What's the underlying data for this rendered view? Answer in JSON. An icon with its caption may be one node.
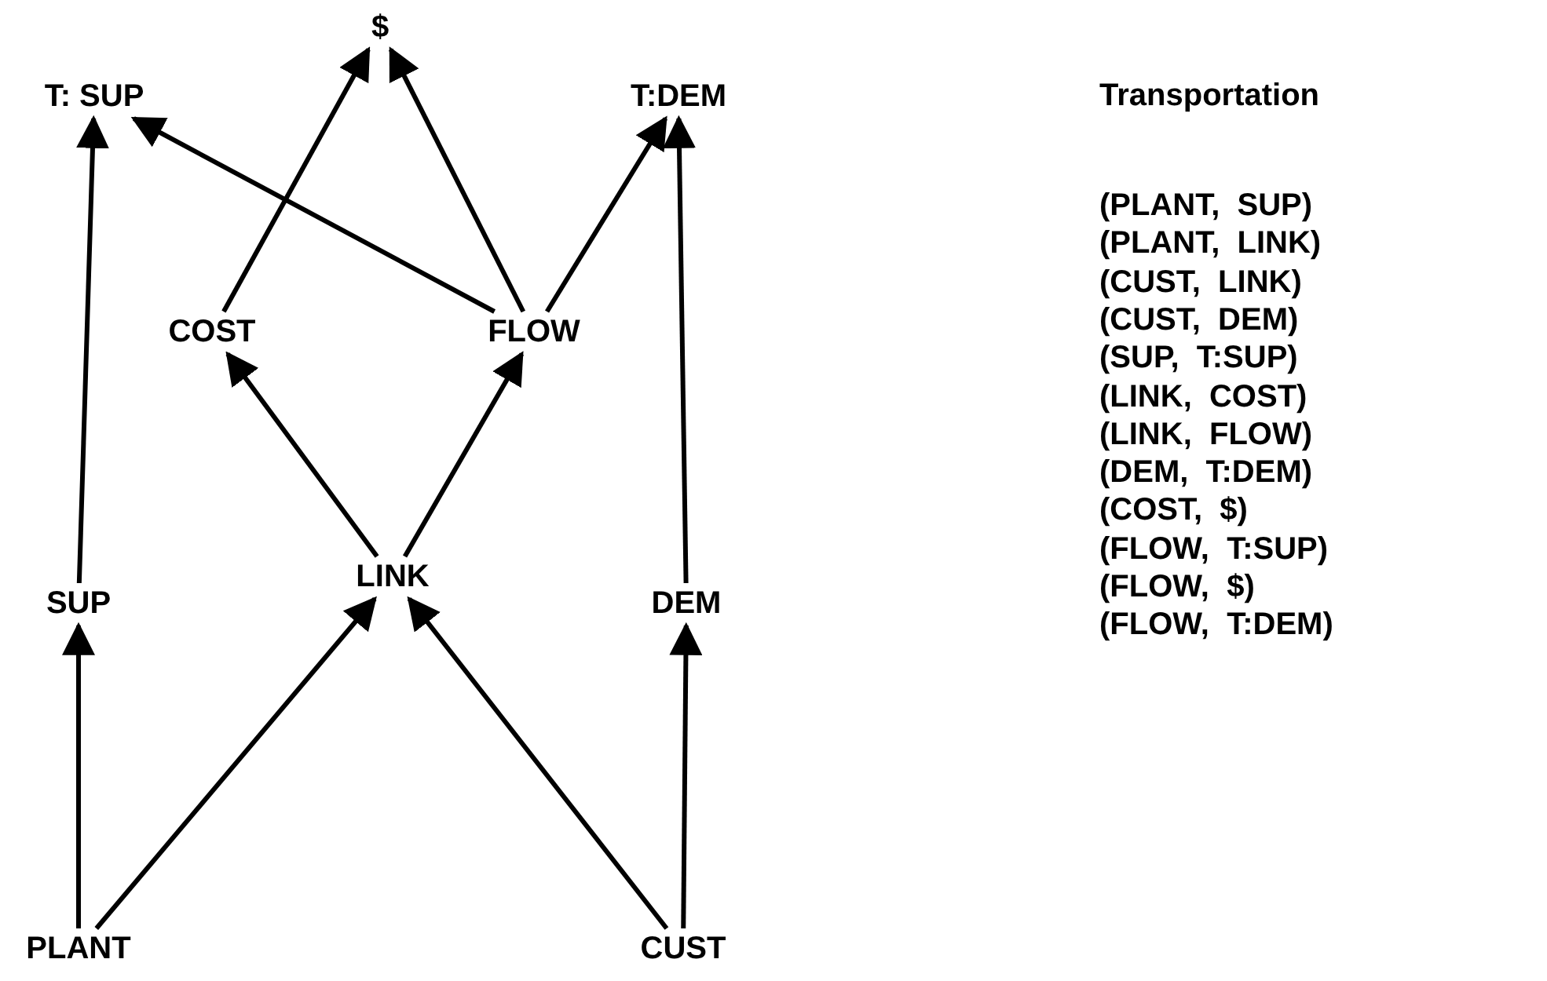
{
  "diagram": {
    "title": "Transportation",
    "nodes": [
      {
        "text": [
          "$"
        ]
      },
      {
        "text": [
          "T: SUP"
        ]
      },
      {
        "text": [
          "T:DEM"
        ]
      },
      {
        "text": [
          "COST"
        ]
      },
      {
        "text": [
          "FLOW"
        ]
      },
      {
        "text": [
          "SUP"
        ]
      },
      {
        "text": [
          "LINK"
        ]
      },
      {
        "text": [
          "DEM"
        ]
      },
      {
        "text": [
          "PLANT"
        ]
      },
      {
        "text": [
          "CUST"
        ]
      }
    ],
    "edges": [
      {
        "from": 8,
        "to": 5,
        "arrow": "to"
      },
      {
        "from": 8,
        "to": 6,
        "arrow": "to"
      },
      {
        "from": 9,
        "to": 6,
        "arrow": "to"
      },
      {
        "from": 9,
        "to": 7,
        "arrow": "to"
      },
      {
        "from": 5,
        "to": 1,
        "arrow": "to"
      },
      {
        "from": 6,
        "to": 3,
        "arrow": "to"
      },
      {
        "from": 6,
        "to": 4,
        "arrow": "to"
      },
      {
        "from": 7,
        "to": 2,
        "arrow": "to"
      },
      {
        "from": 3,
        "to": 0,
        "arrow": "to"
      },
      {
        "from": 4,
        "to": 1,
        "arrow": "to"
      },
      {
        "from": 4,
        "to": 0,
        "arrow": "to"
      },
      {
        "from": 4,
        "to": 2,
        "arrow": "to"
      }
    ],
    "labels": [
      "(PLANT,  SUP)",
      "(PLANT,  LINK)",
      "(CUST,  LINK)",
      "(CUST,  DEM)",
      "(SUP,  T:SUP)",
      "(LINK,  COST)",
      "(LINK,  FLOW)",
      "(DEM,  T:DEM)",
      "(COST,  $)",
      "(FLOW,  T:SUP)",
      "(FLOW,  $)",
      "(FLOW,  T:DEM)"
    ]
  }
}
